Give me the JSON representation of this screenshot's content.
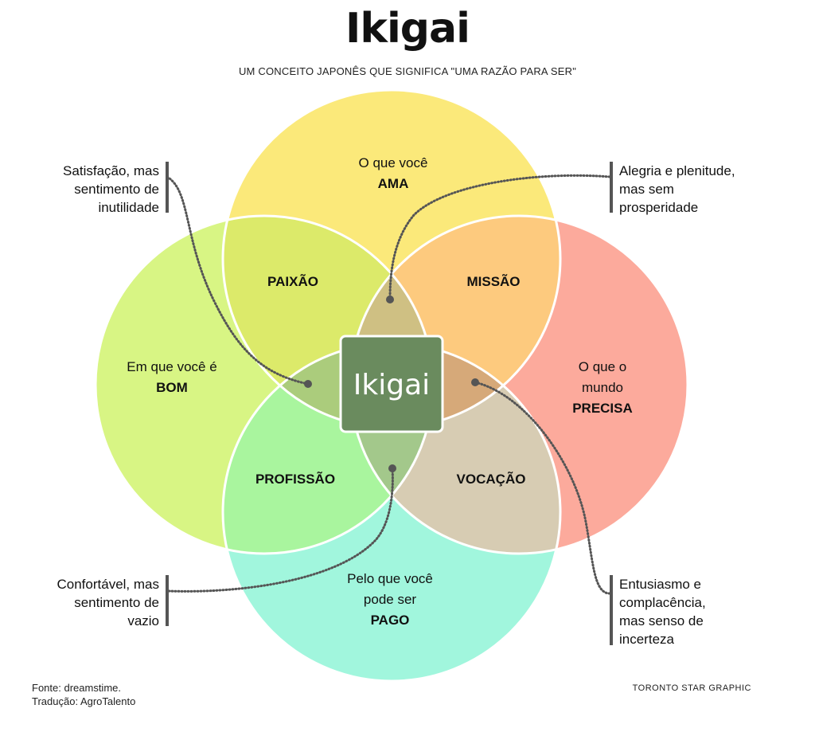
{
  "title": "Ikigai",
  "subtitle": "UM CONCEITO JAPONÊS QUE SIGNIFICA \"UMA RAZÃO PARA SER\"",
  "circles": {
    "ama": {
      "line1": "O que você",
      "bold": "AMA",
      "color": "#fbe97a"
    },
    "bom": {
      "line1": "Em que você é",
      "bold": "BOM",
      "color": "#d8f584"
    },
    "precisa": {
      "line1": "O que o",
      "line2": "mundo",
      "bold": "PRECISA",
      "color": "#fcaa9c"
    },
    "pago": {
      "line1": "Pelo que você",
      "line2": "pode ser",
      "bold": "PAGO",
      "color": "#a1f6dd"
    }
  },
  "intersections": {
    "paixao": "PAIXÃO",
    "missao": "MISSÃO",
    "profissao": "PROFISSÃO",
    "vocacao": "VOCAÇÃO",
    "center": "Ikigai"
  },
  "colors": {
    "paixao": "#dcea6a",
    "missao": "#fdca7e",
    "profissao": "#a9f59e",
    "vocacao": "#d7ccb3",
    "top_lens": "#cfc083",
    "left_lens": "#abcc7c",
    "right_lens": "#d6a979",
    "bottom_lens": "#a3c88b",
    "center": "#6a8b5e",
    "connector": "#555555"
  },
  "notes": {
    "satisfacao": [
      "Satisfação, mas",
      "sentimento de",
      "inutilidade"
    ],
    "alegria": [
      "Alegria e plenitude,",
      "mas sem",
      "prosperidade"
    ],
    "confortavel": [
      "Confortável, mas",
      "sentimento de",
      "vazio"
    ],
    "entusiasmo": [
      "Entusiasmo e",
      "complacência,",
      "mas senso de",
      "incerteza"
    ]
  },
  "footer": {
    "source_line1": "Fonte: dreamstime.",
    "source_line2": "Tradução: AgroTalento",
    "credit": "TORONTO STAR GRAPHIC"
  }
}
